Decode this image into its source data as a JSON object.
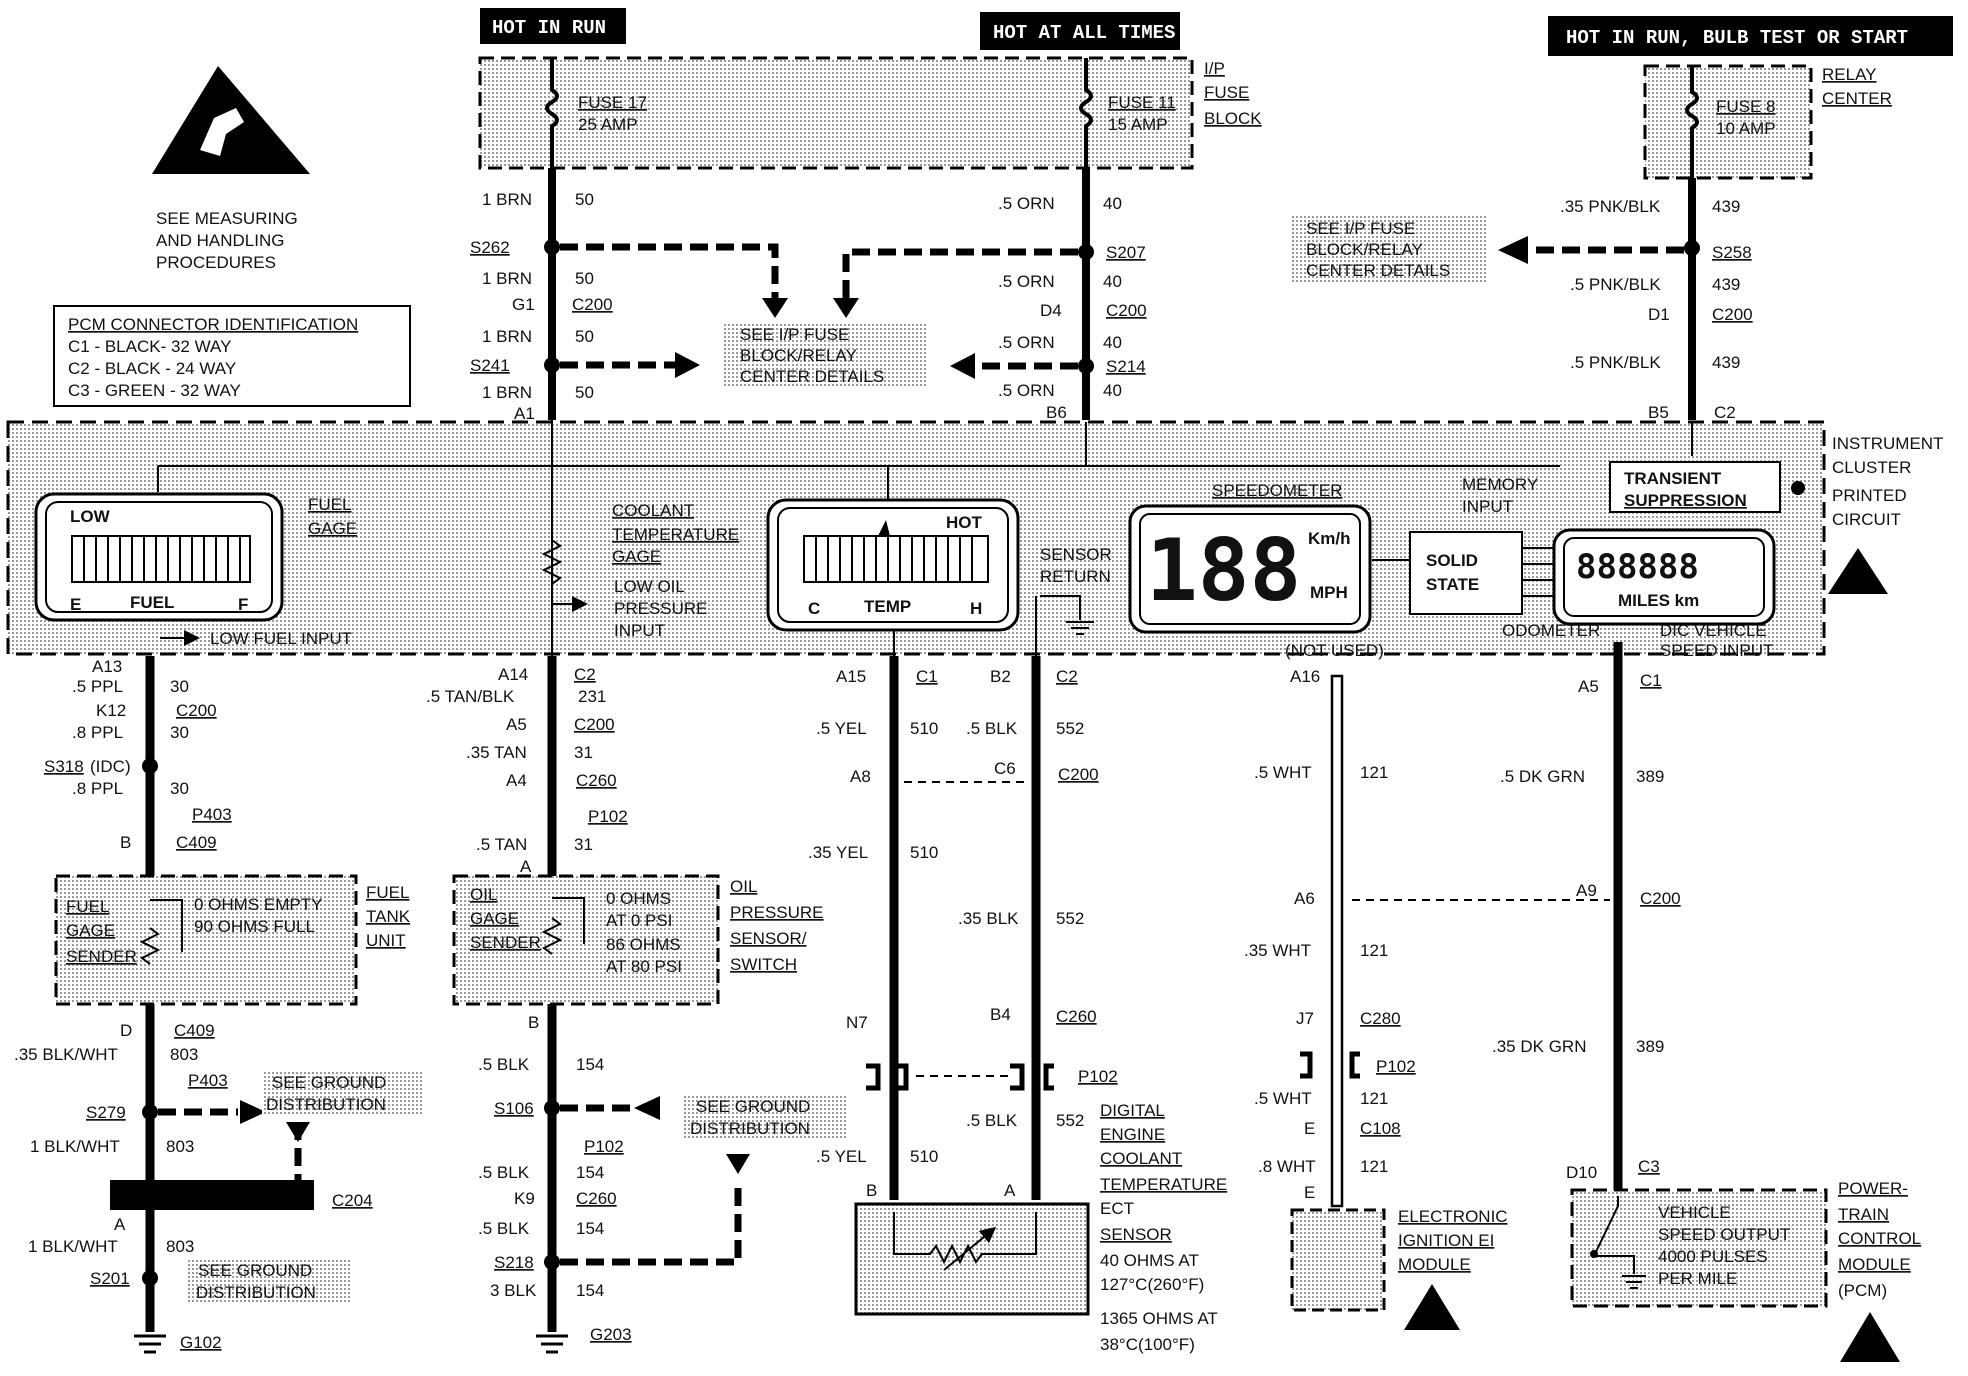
{
  "headers": {
    "hot_in_run": "HOT IN RUN",
    "hot_at_all_times": "HOT AT ALL TIMES",
    "hot_in_run_bulb": "HOT IN RUN, BULB TEST OR START"
  },
  "esd_note": [
    "SEE MEASURING",
    "AND HANDLING",
    "PROCEDURES"
  ],
  "pcm_connector": {
    "title": "PCM CONNECTOR IDENTIFICATION",
    "c1": "C1 - BLACK- 32 WAY",
    "c2": "C2 - BLACK - 24 WAY",
    "c3": "C3 - GREEN - 32 WAY"
  },
  "fuse_block": {
    "fuse17": "FUSE 17",
    "fuse17_amp": "25 AMP",
    "fuse11": "FUSE 11",
    "fuse11_amp": "15 AMP",
    "label": [
      "I/P",
      "FUSE",
      "BLOCK"
    ]
  },
  "relay_center": {
    "fuse": "FUSE 8",
    "amp": "10 AMP",
    "label": [
      "RELAY",
      "CENTER"
    ]
  },
  "see_details": {
    "center": [
      "SEE I/P FUSE",
      "BLOCK/RELAY",
      "CENTER DETAILS"
    ],
    "right": [
      "SEE I/P FUSE",
      "BLOCK/RELAY",
      "CENTER DETAILS"
    ]
  },
  "feed_left": {
    "w1": "1 BRN",
    "n1": "50",
    "s262": "S262",
    "w2": "1 BRN",
    "n2": "50",
    "g1": "G1",
    "c200": "C200",
    "w3": "1 BRN",
    "n3": "50",
    "s241": "S241",
    "w4": "1 BRN",
    "n4": "50",
    "a1": "A1"
  },
  "feed_mid": {
    "w1": ".5 ORN",
    "n1": "40",
    "s207": "S207",
    "w2": ".5 ORN",
    "n2": "40",
    "d4": "D4",
    "c200": "C200",
    "w3": ".5 ORN",
    "n3": "40",
    "s214": "S214",
    "w4": ".5 ORN",
    "n4": "40",
    "b6": "B6"
  },
  "feed_right": {
    "w1": ".35 PNK/BLK",
    "n1": "439",
    "s258": "S258",
    "w2": ".5 PNK/BLK",
    "n2": "439",
    "d1": "D1",
    "c200": "C200",
    "w3": ".5 PNK/BLK",
    "n3": "439",
    "b5": "B5",
    "c2": "C2"
  },
  "cluster": {
    "label": [
      "INSTRUMENT",
      "CLUSTER",
      "PRINTED",
      "CIRCUIT"
    ],
    "fuel": {
      "low": "LOW",
      "e": "E",
      "fuel": "FUEL",
      "f": "F",
      "gage": [
        "FUEL",
        "GAGE"
      ],
      "low_fuel_input": "LOW FUEL INPUT"
    },
    "coolant": {
      "label": [
        "COOLANT",
        "TEMPERATURE",
        "GAGE"
      ],
      "hot": "HOT",
      "c": "C",
      "temp": "TEMP",
      "h": "H"
    },
    "low_oil": [
      "LOW OIL",
      "PRESSURE",
      "INPUT"
    ],
    "sensor_return": [
      "SENSOR",
      "RETURN"
    ],
    "speedometer": "SPEEDOMETER",
    "speed_digits": "188",
    "kmh": "Km/h",
    "mph": "MPH",
    "memory_input": [
      "MEMORY",
      "INPUT"
    ],
    "transient": [
      "TRANSIENT",
      "SUPPRESSION"
    ],
    "solid_state": [
      "SOLID",
      "STATE"
    ],
    "odo_digits": "888888",
    "miles_km": "MILES km",
    "odometer": "ODOMETER",
    "dic": [
      "DIC VEHICLE",
      "SPEED INPUT"
    ],
    "not_used": "(NOT USED)"
  },
  "col1": {
    "a13": "A13",
    "w1": ".5 PPL",
    "n1": "30",
    "k12": "K12",
    "c200": "C200",
    "w2": ".8 PPL",
    "n2": "30",
    "s318": "S318",
    "idc": "(IDC)",
    "w3": ".8 PPL",
    "n3": "30",
    "p403": "P403",
    "b": "B",
    "c409": "C409",
    "sender": [
      "FUEL",
      "GAGE",
      "SENDER"
    ],
    "ohms": [
      "0 OHMS EMPTY",
      "90 OHMS FULL"
    ],
    "unit": [
      "FUEL",
      "TANK",
      "UNIT"
    ],
    "d": "D",
    "c409b": "C409",
    "w4": ".35 BLK/WHT",
    "n4": "803",
    "p403b": "P403",
    "s279": "S279",
    "see_ground": [
      "SEE GROUND",
      "DISTRIBUTION"
    ],
    "w5": "1 BLK/WHT",
    "n5": "803",
    "c204": "C204",
    "a": "A",
    "w6": "1 BLK/WHT",
    "n6": "803",
    "s201": "S201",
    "see_ground2": [
      "SEE GROUND",
      "DISTRIBUTION"
    ],
    "g102": "G102"
  },
  "col2": {
    "a14": "A14",
    "c2": "C2",
    "w1": ".5 TAN/BLK",
    "n1": "231",
    "a5": "A5",
    "c200": "C200",
    "w2": ".35 TAN",
    "n2": "31",
    "a4": "A4",
    "c260": "C260",
    "p102": "P102",
    "w3": ".5 TAN",
    "n3": "31",
    "a": "A",
    "sender": [
      "OIL",
      "GAGE",
      "SENDER"
    ],
    "ohms": [
      "0 OHMS",
      "AT 0 PSI",
      "86 OHMS",
      "AT 80 PSI"
    ],
    "switch": [
      "OIL",
      "PRESSURE",
      "SENSOR/",
      "SWITCH"
    ],
    "b": "B",
    "w4": ".5 BLK",
    "n4": "154",
    "s106": "S106",
    "see_ground": [
      "SEE GROUND",
      "DISTRIBUTION"
    ],
    "p102b": "P102",
    "w5": ".5 BLK",
    "n5": "154",
    "k9": "K9",
    "c260b": "C260",
    "w6": ".5 BLK",
    "n6": "154",
    "s218": "S218",
    "w7": "3 BLK",
    "n7": "154",
    "g203": "G203"
  },
  "col3": {
    "a15": "A15",
    "c1": "C1",
    "w1": ".5 YEL",
    "n1": "510",
    "a8": "A8",
    "w2": ".35 YEL",
    "n2": "510",
    "n7": "N7",
    "w3": ".5 YEL",
    "n3": "510",
    "b": "B"
  },
  "col4": {
    "b2": "B2",
    "c2": "C2",
    "w1": ".5 BLK",
    "n1": "552",
    "c6": "C6",
    "c200": "C200",
    "w2": ".35 BLK",
    "n2": "552",
    "b4": "B4",
    "c260": "C260",
    "p102": "P102",
    "w3": ".5 BLK",
    "n3": "552",
    "a": "A",
    "ect": [
      "DIGITAL",
      "ENGINE",
      "COOLANT",
      "TEMPERATURE",
      "ECT",
      "SENSOR",
      "40 OHMS AT",
      "127°C(260°F)",
      "1365 OHMS AT",
      "38°C(100°F)"
    ]
  },
  "col5": {
    "a16": "A16",
    "w1": ".5 WHT",
    "n1": "121",
    "a6": "A6",
    "w2": ".35 WHT",
    "n2": "121",
    "j7": "J7",
    "c280": "C280",
    "p102": "P102",
    "w3": ".5 WHT",
    "n3": "121",
    "e": "E",
    "c108": "C108",
    "w4": ".8 WHT",
    "n4": "121",
    "e2": "E",
    "module": [
      "ELECTRONIC",
      "IGNITION EI",
      "MODULE"
    ]
  },
  "col6": {
    "a5": "A5",
    "c1": "C1",
    "w1": ".5 DK GRN",
    "n1": "389",
    "a9": "A9",
    "c200": "C200",
    "w2": ".35 DK GRN",
    "n2": "389",
    "d10": "D10",
    "c3": "C3",
    "vso": [
      "VEHICLE",
      "SPEED OUTPUT",
      "4000 PULSES",
      "PER MILE"
    ],
    "pcm": [
      "POWER-",
      "TRAIN",
      "CONTROL",
      "MODULE",
      "(PCM)"
    ]
  }
}
